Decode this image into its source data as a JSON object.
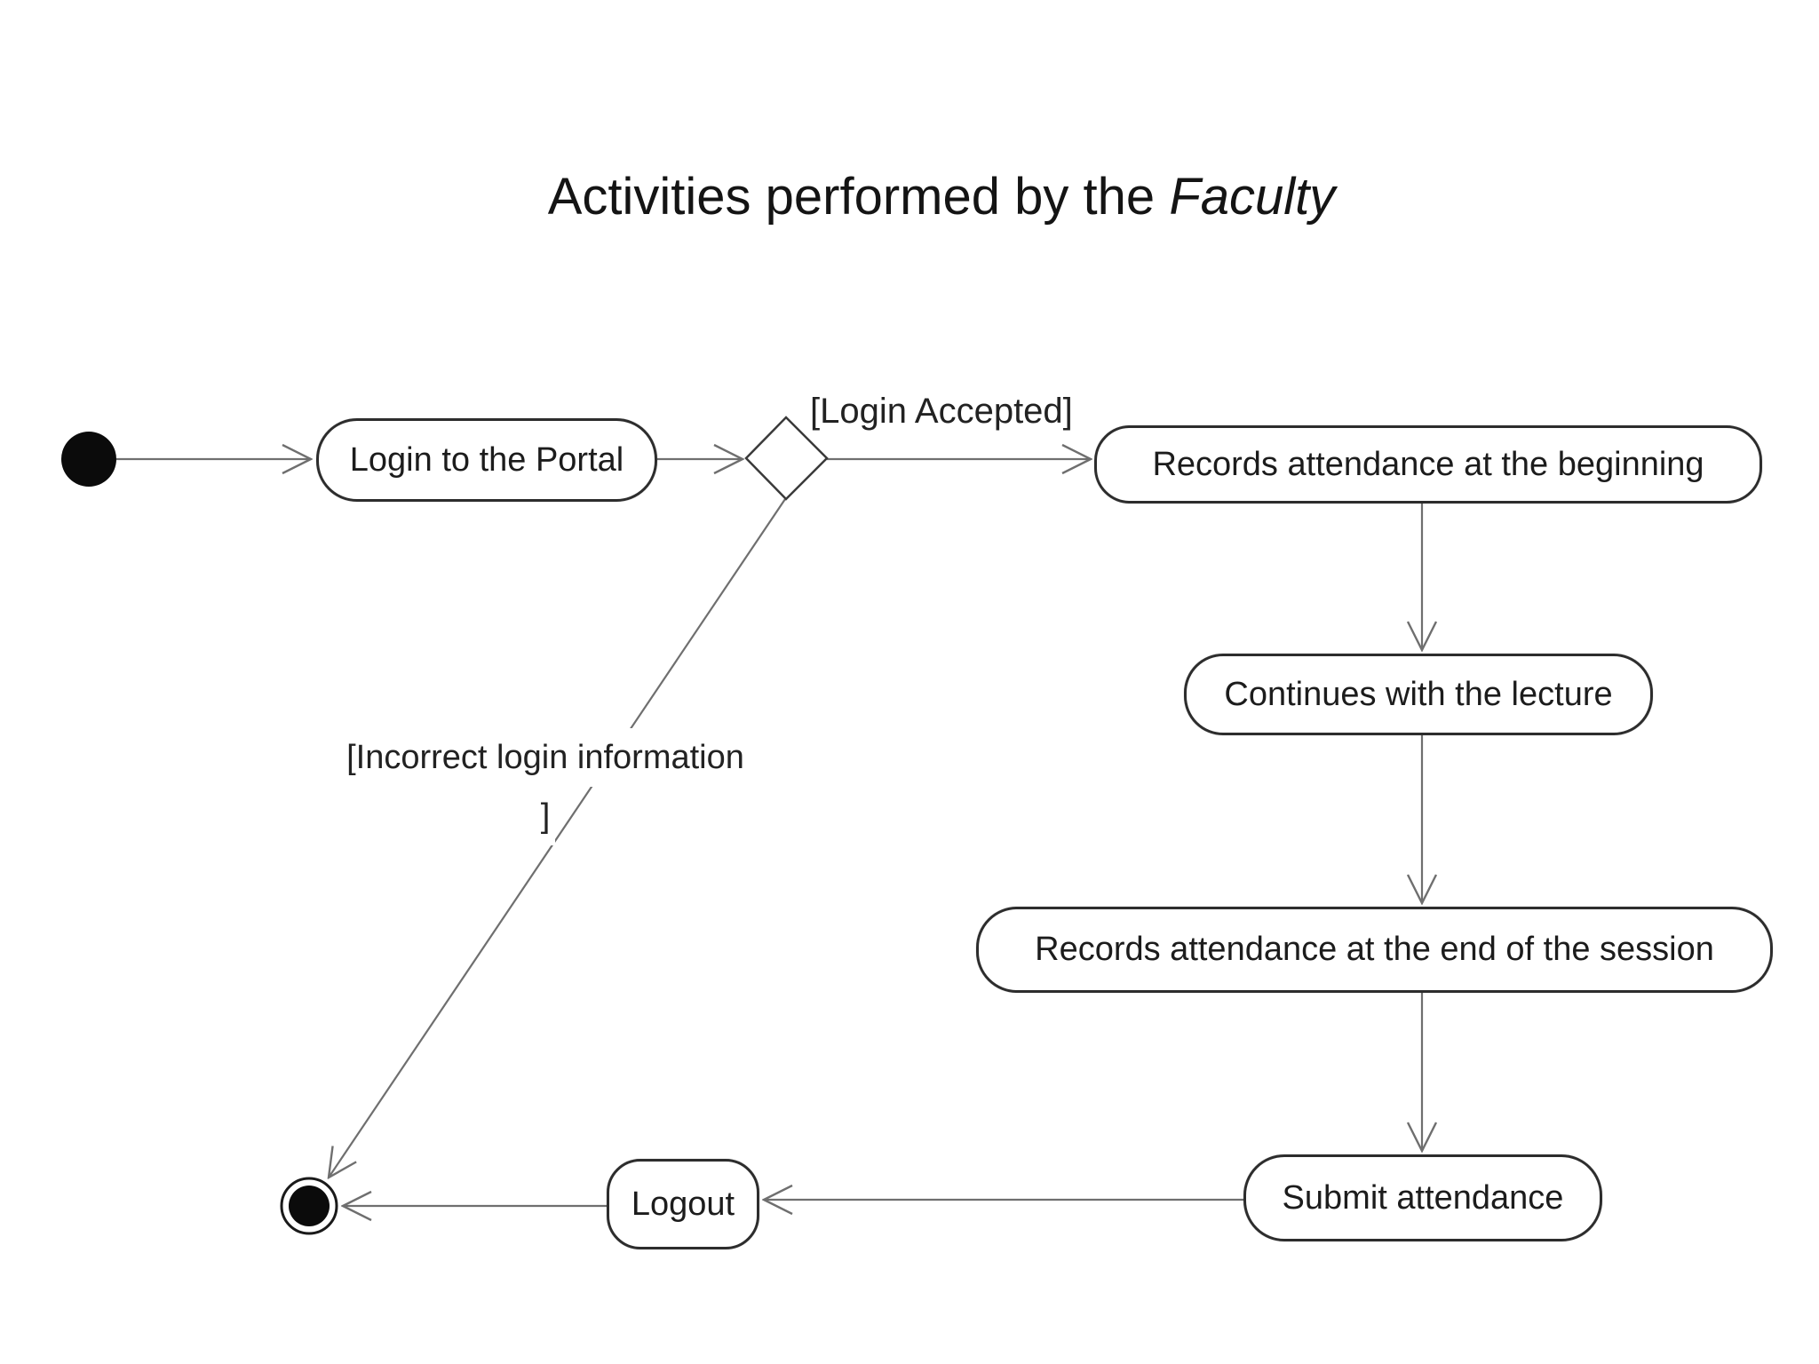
{
  "title": {
    "prefix": "Activities performed by the",
    "emphasis": "Faculty"
  },
  "diagram": {
    "type": "uml-activity-diagram",
    "actor": "Faculty",
    "nodes": {
      "initial": {
        "type": "initial-state"
      },
      "login": {
        "label": "Login to the Portal"
      },
      "decision": {
        "type": "decision"
      },
      "records_beginning": {
        "label": "Records attendance at the beginning"
      },
      "continues": {
        "label": "Continues with the lecture"
      },
      "records_end": {
        "label": "Records attendance at the end of the session"
      },
      "submit": {
        "label": "Submit attendance"
      },
      "logout": {
        "label": "Logout"
      },
      "final": {
        "type": "final-state"
      }
    },
    "guards": {
      "login_accepted": "[Login Accepted]",
      "incorrect_login_line1": "[Incorrect login information",
      "incorrect_login_line2": "]"
    },
    "edges": [
      {
        "from": "initial",
        "to": "login"
      },
      {
        "from": "login",
        "to": "decision"
      },
      {
        "from": "decision",
        "to": "records_beginning",
        "guard": "[Login Accepted]"
      },
      {
        "from": "records_beginning",
        "to": "continues"
      },
      {
        "from": "continues",
        "to": "records_end"
      },
      {
        "from": "records_end",
        "to": "submit"
      },
      {
        "from": "submit",
        "to": "logout"
      },
      {
        "from": "logout",
        "to": "final"
      },
      {
        "from": "decision",
        "to": "final",
        "guard": "[Incorrect login information ]"
      }
    ],
    "colors": {
      "background": "#ffffff",
      "line": "#6f6f6f",
      "node_border": "#2d2d2d",
      "text": "#1c1c1c",
      "state_fill": "#0b0b0b"
    }
  }
}
